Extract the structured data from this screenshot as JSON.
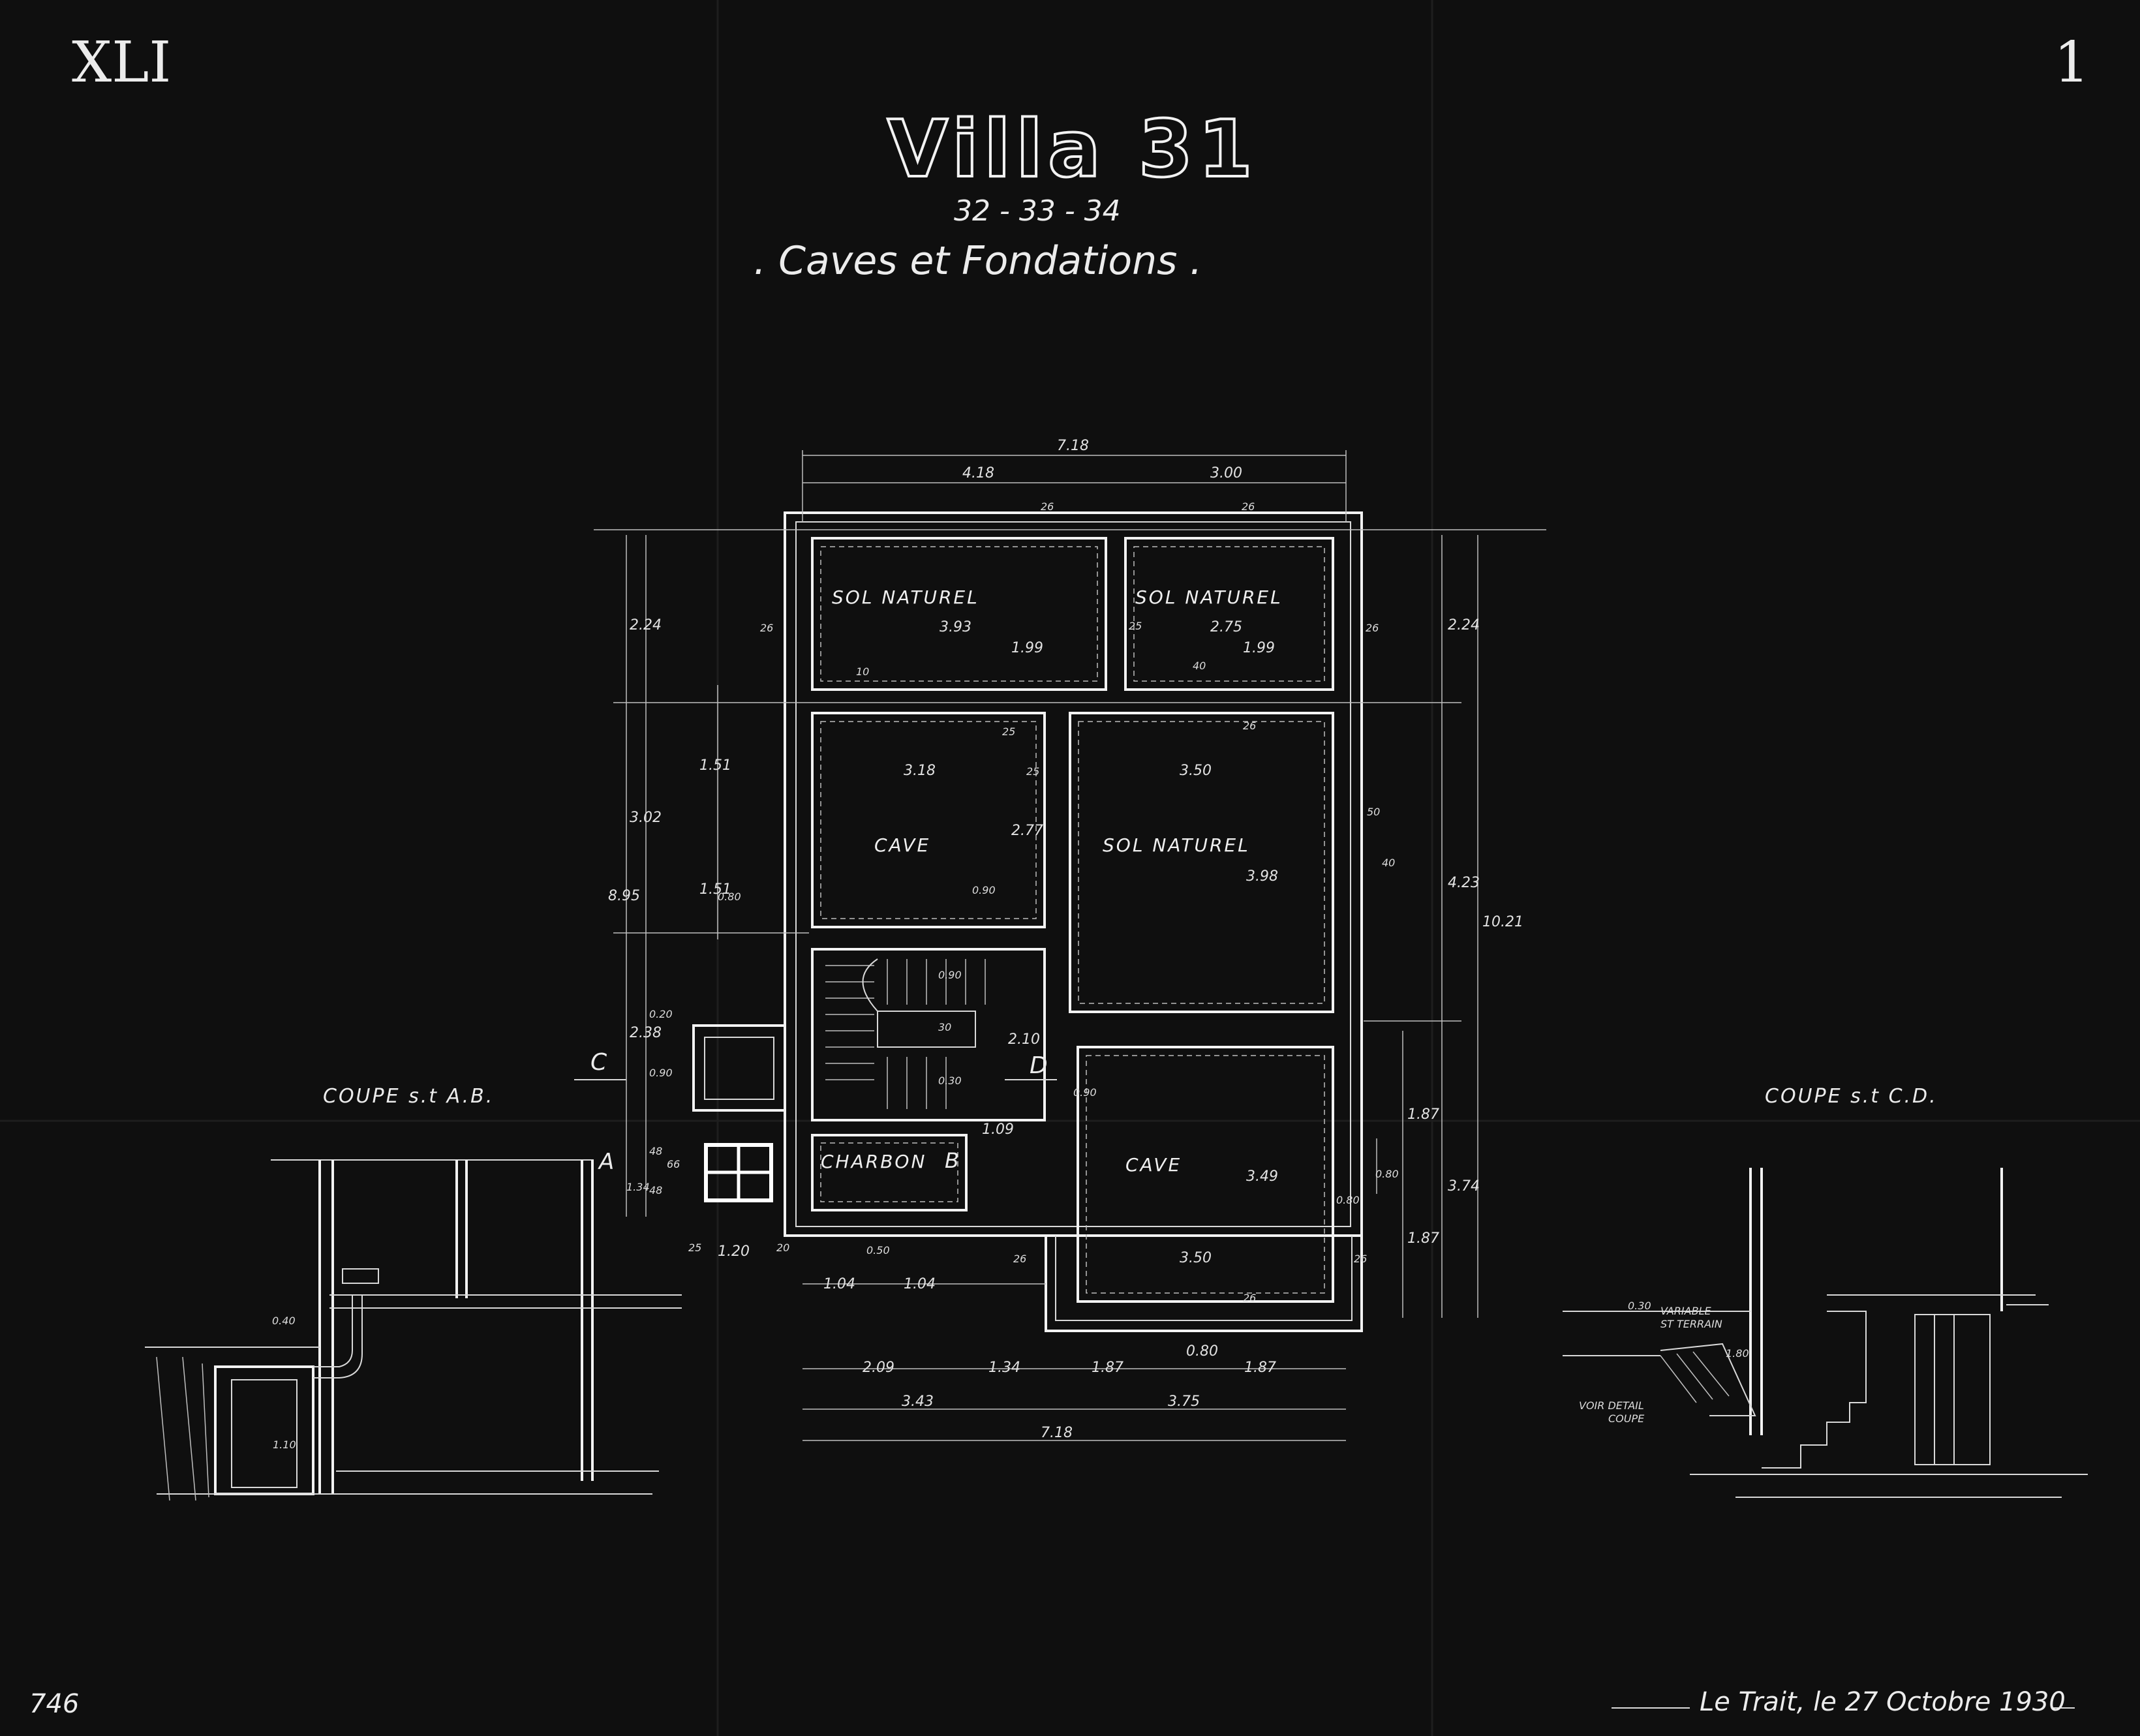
{
  "sheet": {
    "plate_number": "XLI",
    "sheet_number": "1",
    "archive_number": "746",
    "title": "Villa 31",
    "subtitle_numbers": "32 - 33 - 34",
    "subtitle": ". Caves et Fondations .",
    "signature": "Le Trait, le 27 Octobre 1930"
  },
  "sections": {
    "left_label": "COUPE s.t A.B.",
    "right_label": "COUPE s.t C.D.",
    "right_note_1": "VARIABLE",
    "right_note_2": "ST TERRAIN",
    "right_note_3": "VOIR DETAIL",
    "right_note_4": "COUPE",
    "right_dim_1": "0.30",
    "right_dim_2": "1.80",
    "left_dim_1": "0.40",
    "left_dim_2": "1.10"
  },
  "rooms": {
    "r1": "SOL NATUREL",
    "r2": "SOL NATUREL",
    "r3": "CAVE",
    "r4": "SOL NATUREL",
    "r5": "CAVE",
    "r6": "CHARBON"
  },
  "markers": {
    "a": "A",
    "b": "B",
    "c": "C",
    "d": "D"
  },
  "dims": {
    "top_total": "7.18",
    "top_left": "4.18",
    "top_right": "3.00",
    "top_wall_1": "26",
    "top_wall_2": "26",
    "r1_w": "3.93",
    "r2_w": "2.75",
    "r1_h": "1.99",
    "r2_h": "1.99",
    "wall_l1": "26",
    "wall_m1": "25",
    "wall_r1": "26",
    "small_10": "10",
    "small_40": "40",
    "mid_wall_1": "25",
    "mid_wall_2": "26",
    "r3_w": "3.18",
    "r4_w": "3.50",
    "r3_h": "2.77",
    "r4_h": "3.98",
    "r3_door": "0.90",
    "r3_win": "0.80",
    "r4_win": "50",
    "r4_win2": "40",
    "stair_1": "0.90",
    "stair_2": "30",
    "stair_3": "0.30",
    "stair_h": "2.10",
    "r5_door": "0.90",
    "wall_25": "25",
    "r5_w": "3.50",
    "r5_h": "3.49",
    "r5_win": "0.80",
    "charbon_w": "1.09",
    "bot_wall_l": "26",
    "bot_wall_r": "26",
    "bot_wall_b": "26",
    "entry_1": "1.20",
    "entry_2": "25",
    "entry_3": "20",
    "entry_4": "0.50",
    "stepd_1": "1.04",
    "stepd_2": "1.04",
    "bot_win": "0.80",
    "row1_1": "2.09",
    "row1_2": "1.34",
    "row1_3": "1.87",
    "row1_4": "1.87",
    "row2_1": "3.43",
    "row2_2": "3.75",
    "bot_total": "7.18",
    "left_1": "2.24",
    "left_2": "3.02",
    "left_3": "8.95",
    "left_4": "1.51",
    "left_5": "1.51",
    "left_6": "2.38",
    "left_7": "0.20",
    "left_8": "0.90",
    "left_9": "1.34",
    "left_10": "48",
    "left_11": "66",
    "left_12": "48",
    "right_1": "2.24",
    "right_2": "4.23",
    "right_3": "10.21",
    "right_4": "1.87",
    "right_5": "3.74",
    "right_6": "1.87",
    "right_7": "0.80"
  }
}
